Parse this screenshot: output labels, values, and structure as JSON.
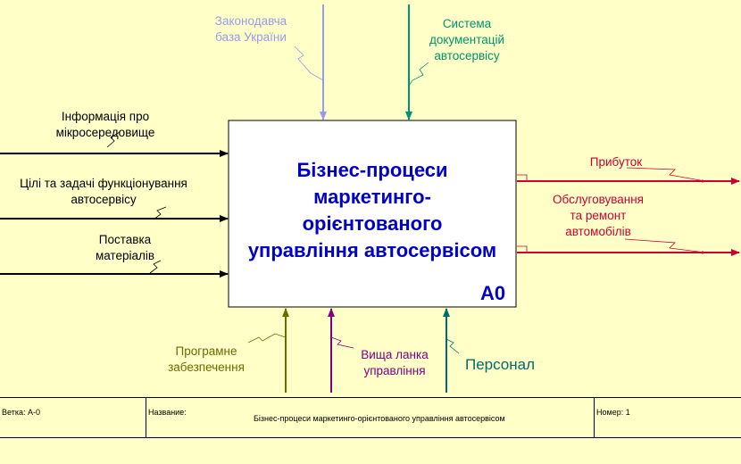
{
  "diagram": {
    "box": {
      "title_lines": [
        "Бізнес-процеси",
        "маркетинго-",
        "орієнтованого",
        "управління автосервісом"
      ],
      "number": "A0"
    },
    "controls": [
      {
        "label_lines": [
          "Законодавча",
          "база України"
        ],
        "color": "#9999ee"
      },
      {
        "label_lines": [
          "Система",
          "документацій",
          "автосервісу"
        ],
        "color": "#00936e"
      }
    ],
    "inputs": [
      {
        "label_lines": [
          "Інформація про",
          "мікросередовище"
        ],
        "color": "#000000"
      },
      {
        "label_lines": [
          "Цілі та задачі функціонування",
          "автосервісу"
        ],
        "color": "#000000"
      },
      {
        "label_lines": [
          "Поставка",
          "матеріалів"
        ],
        "color": "#000000"
      }
    ],
    "outputs": [
      {
        "label_lines": [
          "Прибуток"
        ],
        "color": "#cc0033"
      },
      {
        "label_lines": [
          "Обслуговування",
          "та ремонт",
          "автомобілів"
        ],
        "color": "#cc0033"
      }
    ],
    "mechanisms": [
      {
        "label_lines": [
          "Програмне",
          "забезпечення"
        ],
        "color": "#6b6b00"
      },
      {
        "label_lines": [
          "Вища ланка",
          "управління"
        ],
        "color": "#800080"
      },
      {
        "label_lines": [
          "Персонал"
        ],
        "color": "#006b6b"
      }
    ]
  },
  "footer": {
    "node_label": "Ветка:",
    "node_value": "A-0",
    "title_label": "Название:",
    "title_value": "Бізнес-процеси маркетинго-орієнтованого управління автосервісом",
    "number_label": "Номер:",
    "number_value": "1"
  }
}
